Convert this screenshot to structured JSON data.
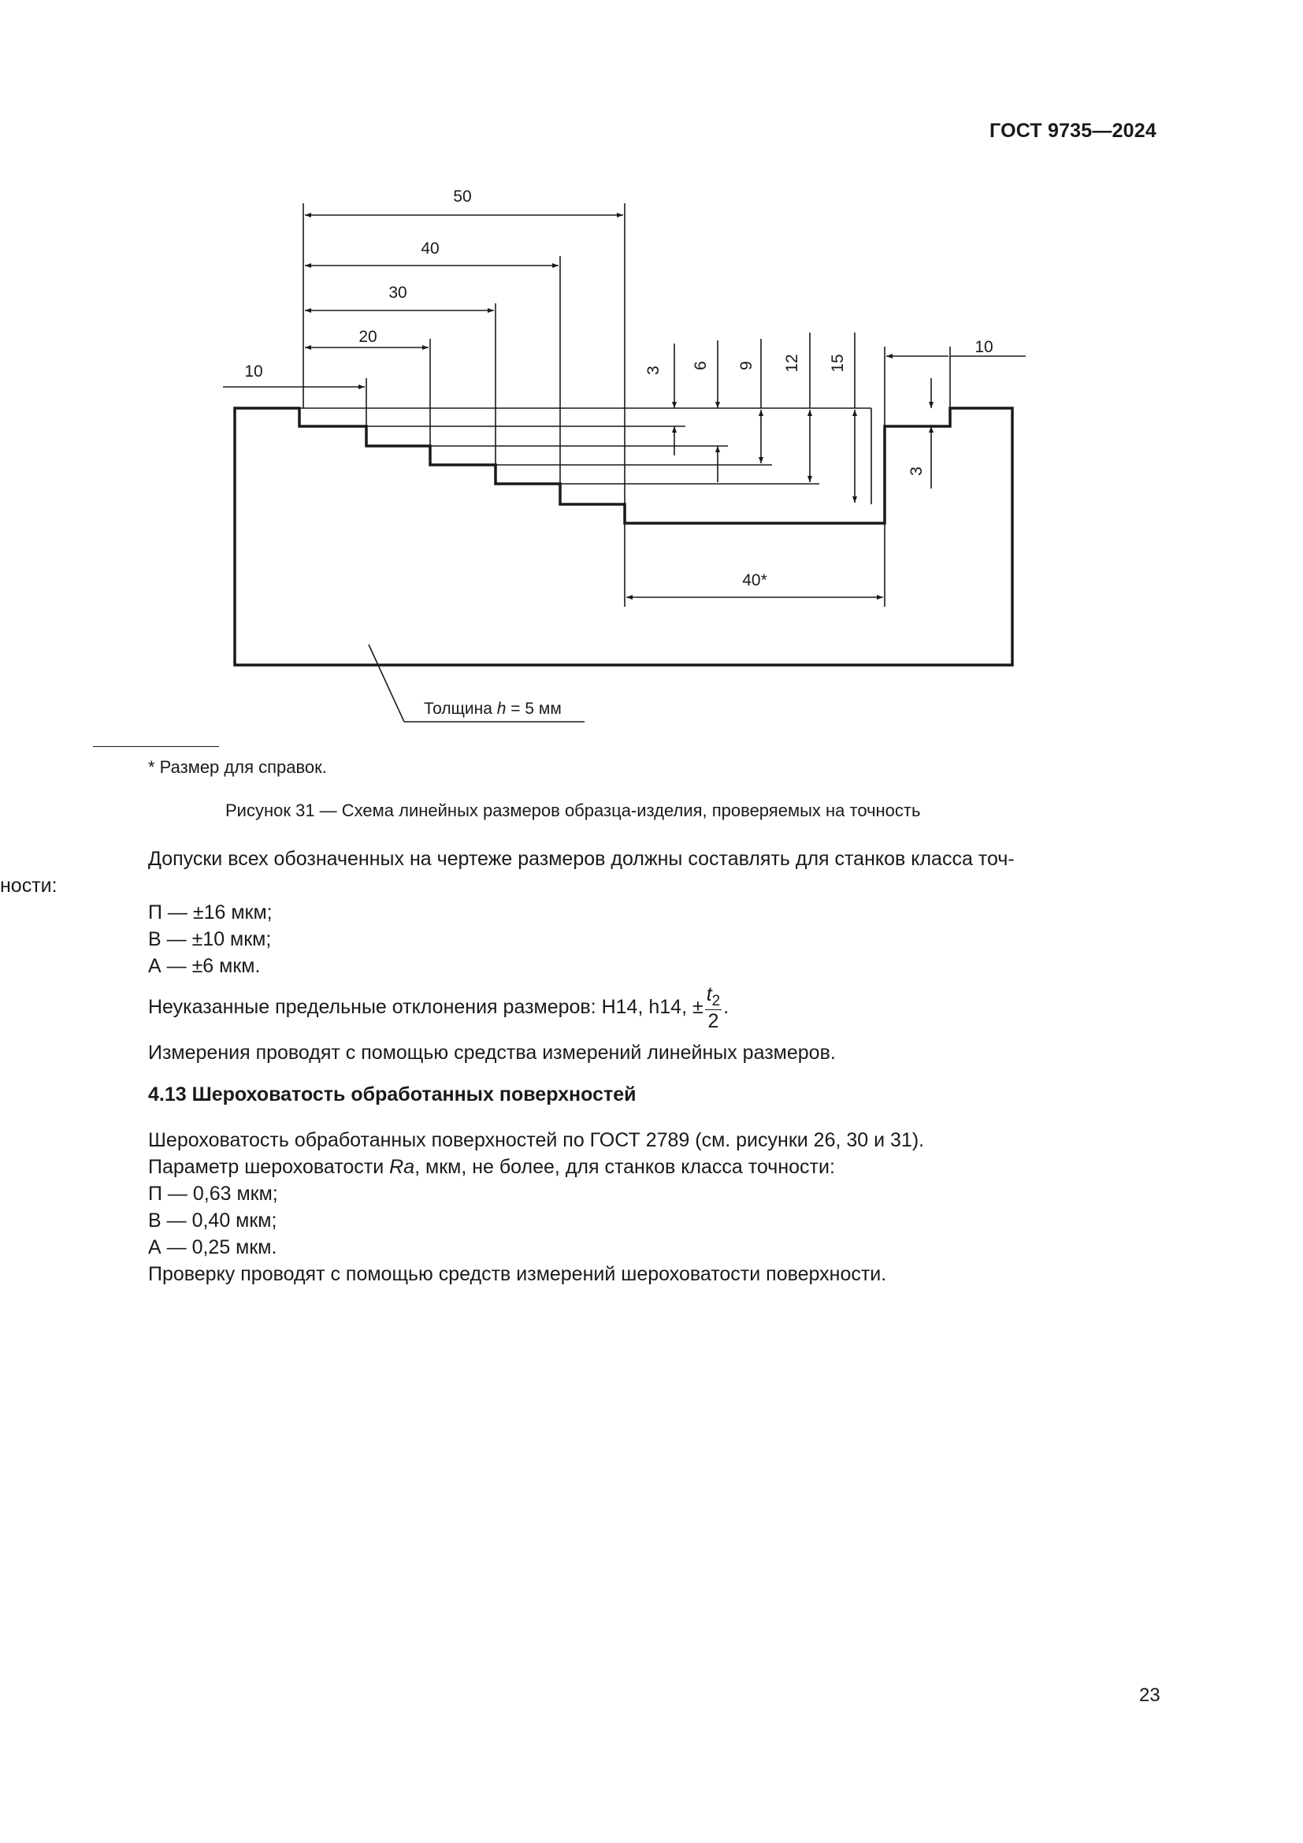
{
  "header": {
    "doc_id": "ГОСТ 9735—2024"
  },
  "figure": {
    "dims": {
      "d50": "50",
      "d40": "40",
      "d30": "30",
      "d20": "20",
      "d10_left": "10",
      "d10_right": "10",
      "v3": "3",
      "v6": "6",
      "v9": "9",
      "v12": "12",
      "v15": "15",
      "v3_right": "3",
      "bottom": "40*"
    },
    "thickness": {
      "prefix": "Толщина ",
      "var": "h",
      "rest": " = 5 мм"
    },
    "footnote": "* Размер для справок.",
    "caption": "Рисунок 31 — Схема линейных размеров образца-изделия, проверяемых на точность"
  },
  "text": {
    "tolerance_intro_1": "Допуски всех обозначенных на чертеже размеров должны составлять для станков класса точ-",
    "tolerance_intro_2": "ности:",
    "tol_p": "П — ±16 мкм;",
    "tol_v": "В — ±10 мкм;",
    "tol_a": "А — ±6 мкм.",
    "unspecified_prefix": "Неуказанные предельные отклонения размеров: H14, h14, ±",
    "frac_num": "t",
    "frac_num_sub": "2",
    "frac_den": "2",
    "unspecified_suffix": ".",
    "measurement": "Измерения проводят с помощью средства измерений линейных размеров."
  },
  "section": {
    "heading": "4.13 Шероховатость обработанных поверхностей",
    "line1": "Шероховатость обработанных поверхностей по ГОСТ 2789 (см. рисунки 26, 30 и 31).",
    "line2_prefix": "Параметр шероховатости ",
    "line2_var": "Ra",
    "line2_suffix": ", мкм, не более, для станков класса точности:",
    "ra_p": "П — 0,63 мкм;",
    "ra_v": "В — 0,40 мкм;",
    "ra_a": "А — 0,25 мкм.",
    "check": "Проверку проводят с помощью средств измерений шероховатости поверхности."
  },
  "page_number": "23"
}
